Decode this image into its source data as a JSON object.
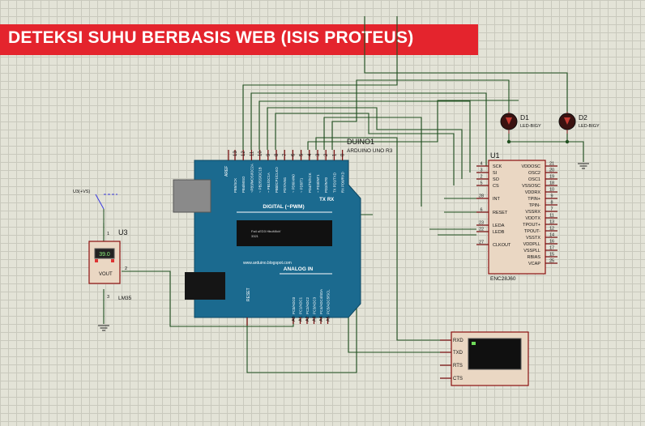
{
  "title": "DETEKSI SUHU BERBASIS WEB (ISIS PROTEUS)",
  "arduino": {
    "ref": "DUINO1",
    "model": "ARDUINO UNO R3",
    "aref": "AREF",
    "digital_header": "DIGITAL (~PWM)",
    "analog_header": "ANALOG IN",
    "reset": "RESET",
    "tx": "TX",
    "rx": "RX",
    "url": "www.arduino.blogspot.com",
    "chip_text": "Fa4 uED3 HbuMiloV",
    "chip_text2": "3321",
    "digital_pins": [
      "13",
      "12",
      "11",
      "10",
      "9",
      "8",
      "7",
      "6",
      "5",
      "4",
      "3",
      "2",
      "1",
      "0"
    ],
    "digital_labels": [
      "PB5/SCK",
      "PB4/MISO",
      "~PB3/MOSI/OC2A",
      "~ PB2/SS/OC1B",
      "~ PB1/OC1A",
      "PB0/ICP1/CLKO",
      "PD7/AIN1",
      "~ PD6/AIN0",
      "~ PD5/T1",
      "PD4/T0/XCK",
      "~ PD3/INT1",
      "PD2/INT0",
      "TX PD1/TXD",
      "RX PD0/RXD"
    ],
    "analog_pins": [
      "A0",
      "A1",
      "A2",
      "A3",
      "A4",
      "A5"
    ],
    "analog_labels": [
      "PC0/ADC0",
      "PC1/ADC1",
      "PC2/ADC2",
      "PC3/ADC3",
      "PC4/ADC4/SDA",
      "PC5/ADC5/SCL"
    ]
  },
  "enc": {
    "ref": "U1",
    "part": "ENC28J60",
    "left_pins": [
      {
        "num": "4",
        "name": "SCK"
      },
      {
        "num": "3",
        "name": "SI"
      },
      {
        "num": "2",
        "name": "SO"
      },
      {
        "num": "5",
        "name": "CS"
      },
      {
        "num": "28",
        "name": "INT"
      },
      {
        "num": "6",
        "name": "RESET"
      },
      {
        "num": "23",
        "name": "LEDA"
      },
      {
        "num": "22",
        "name": "LEDB"
      },
      {
        "num": "27",
        "name": "CLKOUT"
      }
    ],
    "right_pins": [
      {
        "num": "21",
        "name": "VDDOSC"
      },
      {
        "num": "20",
        "name": "OSC2"
      },
      {
        "num": "19",
        "name": "OSC1"
      },
      {
        "num": "18",
        "name": "VSSOSC"
      },
      {
        "num": "10",
        "name": "VDDRX"
      },
      {
        "num": "9",
        "name": "TPIN+"
      },
      {
        "num": "8",
        "name": "TPIN-"
      },
      {
        "num": "7",
        "name": "VSSRX"
      },
      {
        "num": "11",
        "name": "VDDTX"
      },
      {
        "num": "13",
        "name": "TPOUT+"
      },
      {
        "num": "12",
        "name": "TPOUT-"
      },
      {
        "num": "14",
        "name": "VSSTX"
      },
      {
        "num": "16",
        "name": "VDDPLL"
      },
      {
        "num": "17",
        "name": "VSSPLL"
      },
      {
        "num": "15",
        "name": "RBIAS"
      },
      {
        "num": "25",
        "name": "VCAP"
      }
    ]
  },
  "lm35": {
    "ref": "U3",
    "part": "LM35",
    "reading": "39.0",
    "vout": "VOUT",
    "pin_vcc": "1",
    "pin_out": "2",
    "pin_gnd": "3",
    "supply_label": "U3(+VS)"
  },
  "leds": [
    {
      "ref": "D1",
      "part": "LED-BIGY"
    },
    {
      "ref": "D2",
      "part": "LED-BIGY"
    }
  ],
  "terminal": {
    "pins": [
      "RXD",
      "TXD",
      "RTS",
      "CTS"
    ]
  },
  "colors": {
    "banner": "#e4242d",
    "board": "#1b6a8f",
    "wire": "#1f4f1f",
    "chip_body": "#ead7c3",
    "chip_border": "#8b0f0f",
    "pin": "#7b1515"
  }
}
